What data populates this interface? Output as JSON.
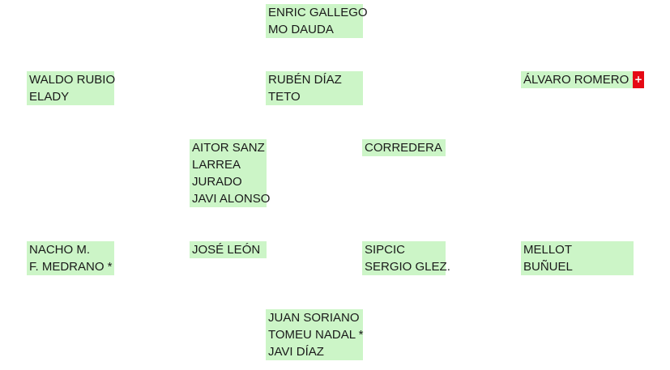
{
  "positions": {
    "goalkeeper_top": [
      "ENRIC GALLEGO",
      "MO DAUDA"
    ],
    "left_wing_top": [
      "WALDO RUBIO",
      "ELADY"
    ],
    "center_top": [
      "RUBÉN DÍAZ",
      "TETO"
    ],
    "right_wing_top": [
      "ÁLVARO ROMERO *"
    ],
    "mid_left": [
      "AITOR SANZ",
      "LARREA",
      "JURADO",
      "JAVI ALONSO"
    ],
    "mid_right": [
      "CORREDERA"
    ],
    "def_left": [
      "NACHO M.",
      "F. MEDRANO *"
    ],
    "def_center_left": [
      "JOSÉ LEÓN"
    ],
    "def_center_right": [
      "SIPCIC",
      "SERGIO GLEZ."
    ],
    "def_right": [
      "MELLOT",
      "BUÑUEL"
    ],
    "bottom": [
      "JUAN SORIANO",
      "TOMEU NADAL *",
      "JAVI DÍAZ"
    ]
  },
  "badges": {
    "right_wing_top": "+",
    "right_wing_top_color": "#e50914"
  },
  "colors": {
    "box_bg": "#ccf5c7"
  }
}
